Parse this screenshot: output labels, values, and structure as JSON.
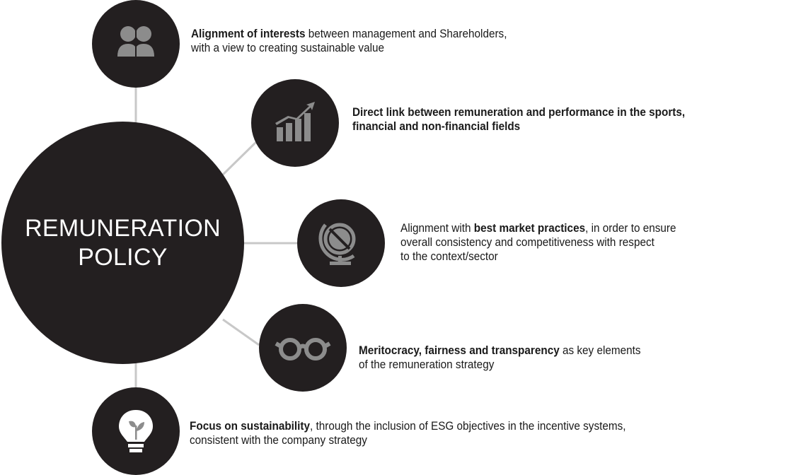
{
  "hub": {
    "line1": "REMUNERATION",
    "line2": "POLICY"
  },
  "items": [
    {
      "icon": "two-people-icon",
      "bold": "Alignment of interests",
      "rest": " between management and Shareholders,",
      "line2": "with a view to creating sustainable value"
    },
    {
      "icon": "bar-chart-growth-icon",
      "bold": "Direct link between remuneration and performance in the sports,",
      "rest": "",
      "line2_bold": "financial and non-financial fields"
    },
    {
      "icon": "globe-icon",
      "pre": "Alignment with ",
      "bold": "best market practices",
      "rest": ", in order to ensure",
      "line2": "overall consistency and competitiveness with respect",
      "line3": "to the context/sector"
    },
    {
      "icon": "glasses-icon",
      "bold": "Meritocracy, fairness and transparency",
      "rest": " as key elements",
      "line2": "of the remuneration strategy"
    },
    {
      "icon": "lightbulb-leaf-icon",
      "bold": "Focus on sustainability",
      "rest": ", through the inclusion of ESG objectives in the incentive systems,",
      "line2": "consistent with the company strategy"
    }
  ],
  "colors": {
    "dark": "#231f20",
    "icon": "#8c8c8c",
    "connector": "#c8c8c8",
    "text": "#1a1a1a"
  }
}
